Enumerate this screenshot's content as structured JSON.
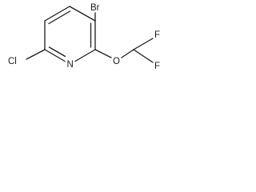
{
  "molecule": {
    "atoms": {
      "bromine": "Br",
      "chlorine": "Cl",
      "nitrogen": "N",
      "oxygen": "O",
      "fluorine_upper": "F",
      "fluorine_lower": "F"
    }
  }
}
